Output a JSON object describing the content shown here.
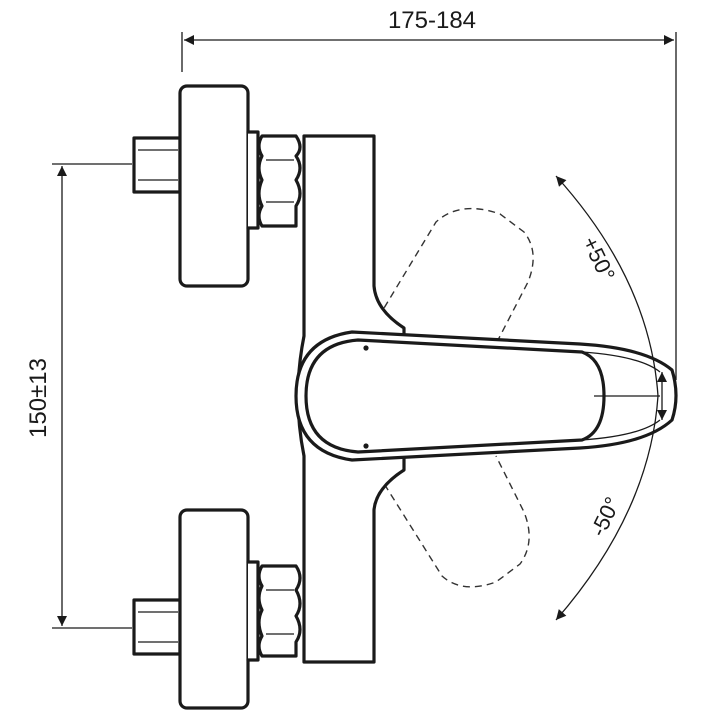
{
  "dimensions": {
    "width_label": "175-184",
    "height_label": "150±13",
    "angle_up_label": "+50°",
    "angle_down_label": "-50°"
  },
  "colors": {
    "line": "#1a1a1a",
    "background": "#ffffff"
  }
}
